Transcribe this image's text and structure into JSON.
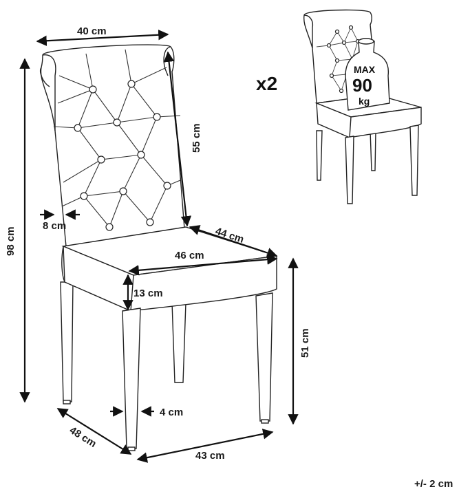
{
  "dimensions": {
    "width_top": "40 cm",
    "back_height": "55 cm",
    "total_height": "98 cm",
    "back_offset": "8 cm",
    "seat_depth_top": "44 cm",
    "seat_width": "46 cm",
    "seat_thickness": "13 cm",
    "seat_height": "51 cm",
    "leg_width": "4 cm",
    "base_depth": "48 cm",
    "base_width": "43 cm"
  },
  "quantity": "x2",
  "max_load": {
    "line1": "MAX",
    "line2": "90",
    "line3": "kg"
  },
  "tolerance": "+/- 2 cm"
}
